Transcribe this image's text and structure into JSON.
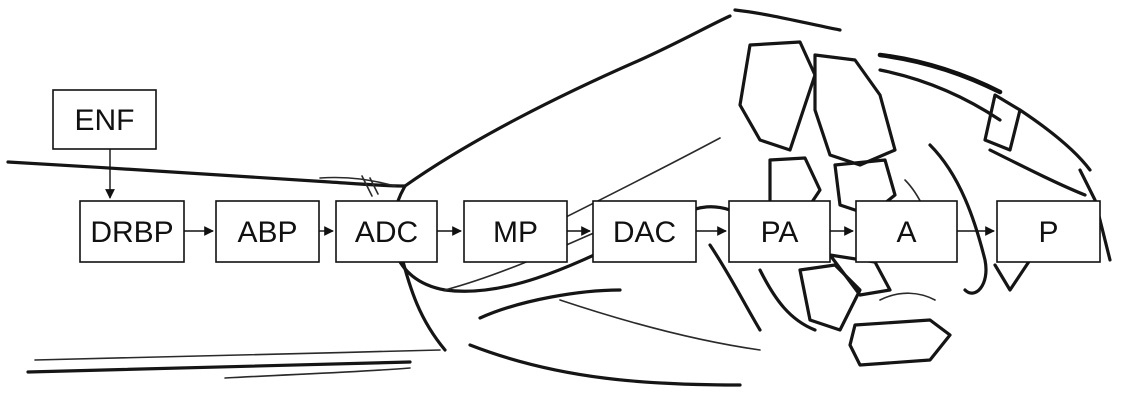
{
  "diagram": {
    "nodes": [
      {
        "id": "ENF",
        "label": "ENF"
      },
      {
        "id": "DRBP",
        "label": "DRBP"
      },
      {
        "id": "ABP",
        "label": "ABP"
      },
      {
        "id": "ADC",
        "label": "ADC"
      },
      {
        "id": "MP",
        "label": "MP"
      },
      {
        "id": "DAC",
        "label": "DAC"
      },
      {
        "id": "PA",
        "label": "PA"
      },
      {
        "id": "A",
        "label": "A"
      },
      {
        "id": "P",
        "label": "P"
      }
    ],
    "edges": [
      {
        "from": "ENF",
        "to": "DRBP"
      },
      {
        "from": "DRBP",
        "to": "ABP"
      },
      {
        "from": "ABP",
        "to": "ADC"
      },
      {
        "from": "ADC",
        "to": "MP"
      },
      {
        "from": "MP",
        "to": "DAC"
      },
      {
        "from": "DAC",
        "to": "PA"
      },
      {
        "from": "PA",
        "to": "A"
      },
      {
        "from": "A",
        "to": "P"
      }
    ],
    "colors": {
      "ink": "#111111",
      "box_fill": "#ffffff",
      "background": "#ffffff"
    }
  }
}
